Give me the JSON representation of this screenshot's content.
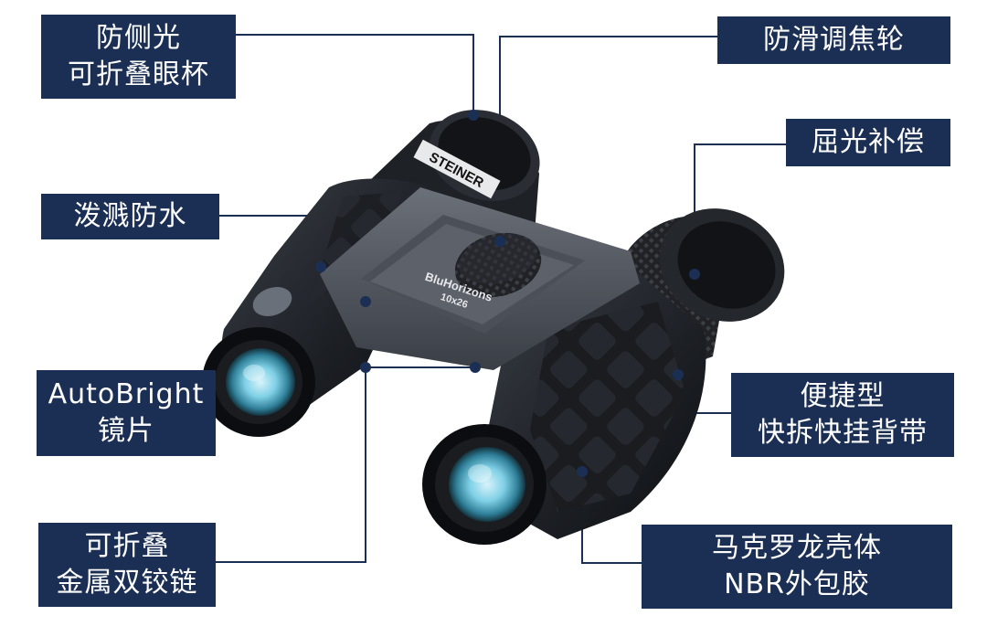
{
  "image": {
    "subject": "binoculars-product-photo",
    "brand_mark": "STEINER",
    "model_mark_line1": "BluHorizons",
    "model_mark_line2": "10x26",
    "callout_color": "#1b2f55",
    "leader_color": "#1b2f55"
  },
  "callouts": {
    "anti_glare_eyecup": {
      "line1": "防侧光",
      "line2": "可折叠眼杯"
    },
    "anti_slip_focus": {
      "line1": "防滑调焦轮"
    },
    "refraction_comp": {
      "line1": "屈光补偿"
    },
    "splash_proof": {
      "line1": "泼溅防水"
    },
    "autobright": {
      "line1": "AutoBright",
      "line2": "镜片"
    },
    "quick_strap": {
      "line1": "便捷型",
      "line2": "快拆快挂背带"
    },
    "hinge": {
      "line1": "可折叠",
      "line2": "金属双铰链"
    },
    "housing": {
      "line1": "马克罗龙壳体",
      "line2": "NBR外包胶"
    }
  }
}
